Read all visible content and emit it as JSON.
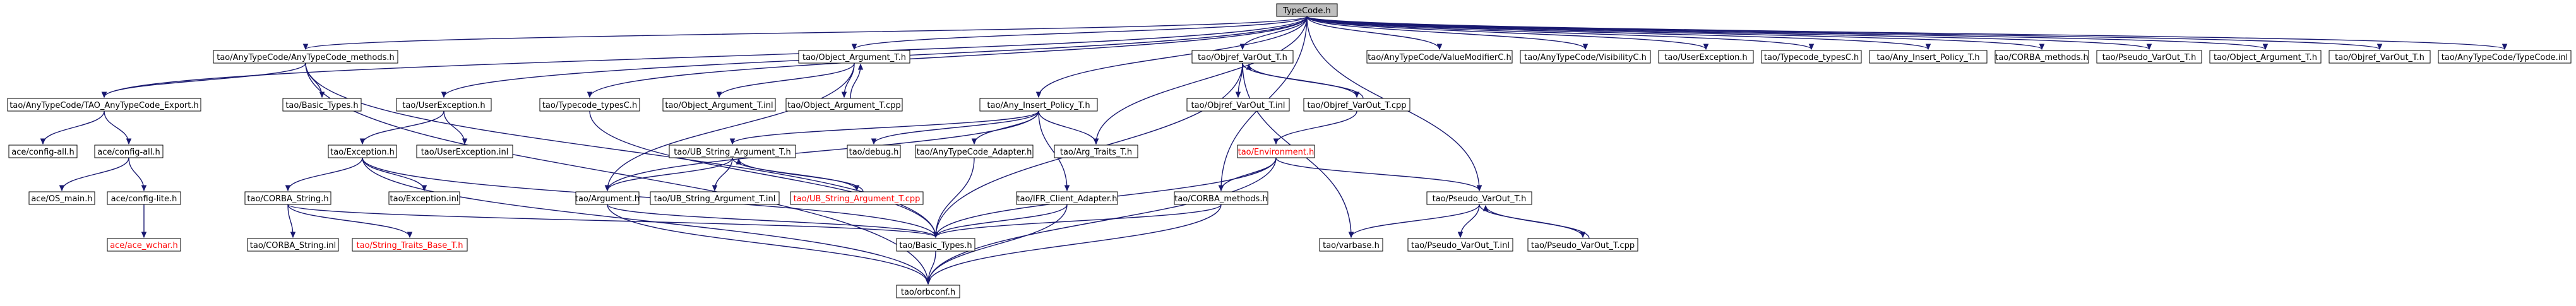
{
  "colors": {
    "root_fill": "#bfbfbf",
    "node_fill": "#ffffff",
    "node_border": "#000000",
    "missing_border": "#ff0000",
    "missing_text": "#ff0000",
    "edge": "#191970",
    "text": "#000000"
  },
  "nodes": {
    "n0": {
      "label": "TypeCode.h",
      "root": true
    },
    "n1": {
      "label": "tao/AnyTypeCode/AnyTypeCode_methods.h"
    },
    "n2": {
      "label": "tao/Object_Argument_T.h"
    },
    "n3": {
      "label": "tao/Objref_VarOut_T.h"
    },
    "n4": {
      "label": "tao/AnyTypeCode/ValueModifierC.h"
    },
    "n5": {
      "label": "tao/AnyTypeCode/VisibilityC.h"
    },
    "n6": {
      "label": "tao/UserException.h"
    },
    "n7": {
      "label": "tao/Typecode_typesC.h"
    },
    "n8": {
      "label": "tao/Any_Insert_Policy_T.h"
    },
    "n9": {
      "label": "tao/CORBA_methods.h"
    },
    "n10": {
      "label": "tao/Pseudo_VarOut_T.h"
    },
    "n11": {
      "label": "tao/Object_Argument_T.h"
    },
    "n12": {
      "label": "tao/Objref_VarOut_T.h"
    },
    "n13": {
      "label": "tao/AnyTypeCode/TypeCode.inl"
    },
    "n14": {
      "label": "tao/AnyTypeCode/TAO_AnyTypeCode_Export.h"
    },
    "n15": {
      "label": "tao/Basic_Types.h"
    },
    "n16": {
      "label": "tao/UserException.h"
    },
    "n17": {
      "label": "tao/Typecode_typesC.h"
    },
    "n18": {
      "label": "tao/Object_Argument_T.inl"
    },
    "n19": {
      "label": "tao/Object_Argument_T.cpp"
    },
    "n20": {
      "label": "tao/Any_Insert_Policy_T.h"
    },
    "n21": {
      "label": "tao/Arg_Traits_T.h"
    },
    "n22": {
      "label": "tao/Objref_VarOut_T.inl"
    },
    "n23": {
      "label": "tao/Objref_VarOut_T.cpp"
    },
    "n24": {
      "label": "ace/config-all.h"
    },
    "n25": {
      "label": "ace/config-all.h"
    },
    "n26": {
      "label": "tao/Exception.h"
    },
    "n27": {
      "label": "tao/UserException.inl"
    },
    "n28": {
      "label": "tao/UB_String_Argument_T.h"
    },
    "n29": {
      "label": "tao/debug.h"
    },
    "n30": {
      "label": "tao/AnyTypeCode_Adapter.h"
    },
    "n31": {
      "label": "tao/Environment.h",
      "missing": true
    },
    "n32": {
      "label": "ace/OS_main.h"
    },
    "n33": {
      "label": "ace/config-lite.h"
    },
    "n34": {
      "label": "tao/CORBA_String.h"
    },
    "n35": {
      "label": "tao/Exception.inl"
    },
    "n36": {
      "label": "tao/Argument.h"
    },
    "n37": {
      "label": "tao/UB_String_Argument_T.inl"
    },
    "n38": {
      "label": "tao/UB_String_Argument_T.cpp",
      "missing": true
    },
    "n39": {
      "label": "tao/IFR_Client_Adapter.h"
    },
    "n40": {
      "label": "tao/CORBA_methods.h"
    },
    "n41": {
      "label": "tao/Pseudo_VarOut_T.h"
    },
    "n42": {
      "label": "ace/ace_wchar.h",
      "missing": true
    },
    "n43": {
      "label": "tao/CORBA_String.inl"
    },
    "n44": {
      "label": "tao/String_Traits_Base_T.h",
      "missing": true
    },
    "n45": {
      "label": "tao/Basic_Types.h"
    },
    "n46": {
      "label": "tao/varbase.h"
    },
    "n47": {
      "label": "tao/Pseudo_VarOut_T.inl"
    },
    "n48": {
      "label": "tao/Pseudo_VarOut_T.cpp"
    },
    "n49": {
      "label": "tao/orbconf.h"
    }
  },
  "edges": [
    [
      "n0",
      "n1"
    ],
    [
      "n0",
      "n2"
    ],
    [
      "n0",
      "n3"
    ],
    [
      "n0",
      "n4"
    ],
    [
      "n0",
      "n5"
    ],
    [
      "n0",
      "n6"
    ],
    [
      "n0",
      "n7"
    ],
    [
      "n0",
      "n8"
    ],
    [
      "n0",
      "n9"
    ],
    [
      "n0",
      "n10"
    ],
    [
      "n0",
      "n11"
    ],
    [
      "n0",
      "n12"
    ],
    [
      "n0",
      "n13"
    ],
    [
      "n0",
      "n14"
    ],
    [
      "n0",
      "n16"
    ],
    [
      "n0",
      "n17"
    ],
    [
      "n0",
      "n20"
    ],
    [
      "n0",
      "n21"
    ],
    [
      "n0",
      "n40"
    ],
    [
      "n0",
      "n41"
    ],
    [
      "n1",
      "n14"
    ],
    [
      "n1",
      "n15"
    ],
    [
      "n1",
      "n45"
    ],
    [
      "n1",
      "n49"
    ],
    [
      "n2",
      "n36"
    ],
    [
      "n2",
      "n18"
    ],
    [
      "n2",
      "n19"
    ],
    [
      "n19",
      "n2"
    ],
    [
      "n3",
      "n45"
    ],
    [
      "n3",
      "n46"
    ],
    [
      "n3",
      "n22"
    ],
    [
      "n3",
      "n23"
    ],
    [
      "n23",
      "n3"
    ],
    [
      "n23",
      "n31"
    ],
    [
      "n14",
      "n24"
    ],
    [
      "n14",
      "n25"
    ],
    [
      "n25",
      "n32"
    ],
    [
      "n25",
      "n33"
    ],
    [
      "n33",
      "n42"
    ],
    [
      "n16",
      "n26"
    ],
    [
      "n16",
      "n27"
    ],
    [
      "n26",
      "n34"
    ],
    [
      "n26",
      "n35"
    ],
    [
      "n26",
      "n45"
    ],
    [
      "n26",
      "n49"
    ],
    [
      "n34",
      "n43"
    ],
    [
      "n34",
      "n44"
    ],
    [
      "n34",
      "n45"
    ],
    [
      "n17",
      "n45"
    ],
    [
      "n20",
      "n36"
    ],
    [
      "n20",
      "n28"
    ],
    [
      "n20",
      "n29"
    ],
    [
      "n20",
      "n30"
    ],
    [
      "n20",
      "n21"
    ],
    [
      "n20",
      "n39"
    ],
    [
      "n28",
      "n36"
    ],
    [
      "n28",
      "n37"
    ],
    [
      "n28",
      "n38"
    ],
    [
      "n38",
      "n28"
    ],
    [
      "n36",
      "n45"
    ],
    [
      "n36",
      "n49"
    ],
    [
      "n30",
      "n45"
    ],
    [
      "n39",
      "n45"
    ],
    [
      "n39",
      "n49"
    ],
    [
      "n31",
      "n40"
    ],
    [
      "n31",
      "n41"
    ],
    [
      "n31",
      "n45"
    ],
    [
      "n31",
      "n49"
    ],
    [
      "n40",
      "n45"
    ],
    [
      "n40",
      "n49"
    ],
    [
      "n41",
      "n46"
    ],
    [
      "n41",
      "n47"
    ],
    [
      "n41",
      "n48"
    ],
    [
      "n48",
      "n41"
    ],
    [
      "n45",
      "n49"
    ]
  ]
}
